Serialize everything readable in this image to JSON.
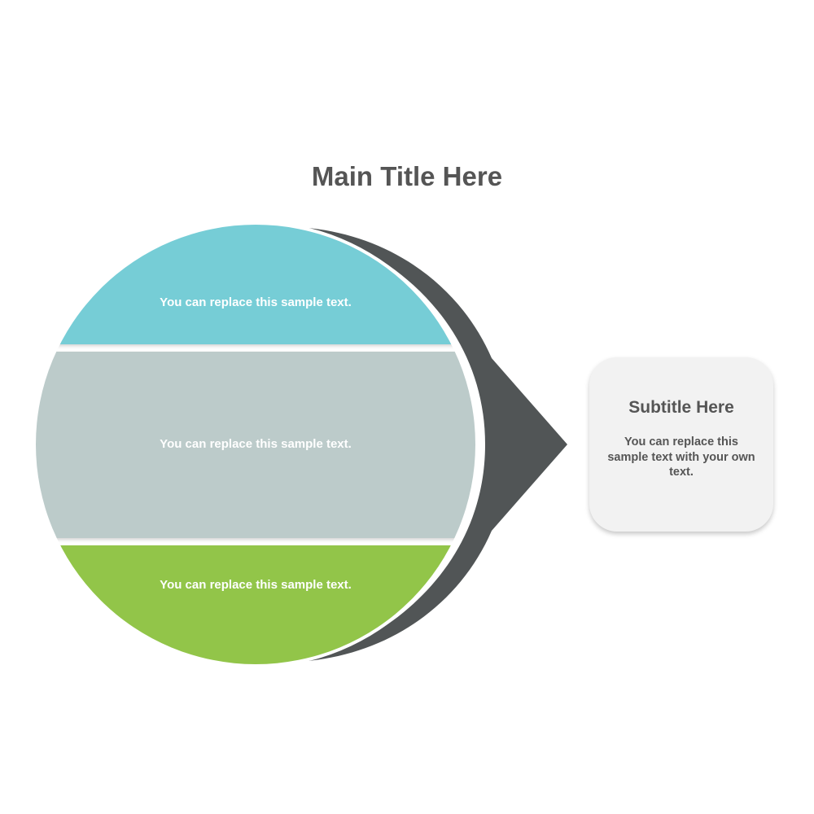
{
  "title": "Main Title Here",
  "colors": {
    "title_text": "#555555",
    "band_top": "#76CDD6",
    "band_middle": "#BCCBCA",
    "band_bottom": "#92C54A",
    "arrow_shape": "#515556",
    "card_bg": "#F2F2F2",
    "band_text": "#FFFFFF"
  },
  "circle": {
    "bands": [
      {
        "position": "top",
        "label": "You can replace this sample text."
      },
      {
        "position": "middle",
        "label": "You can replace this sample text."
      },
      {
        "position": "bottom",
        "label": "You can replace this sample text."
      }
    ]
  },
  "card": {
    "title": "Subtitle Here",
    "body": "You can replace this sample text with your own text."
  }
}
